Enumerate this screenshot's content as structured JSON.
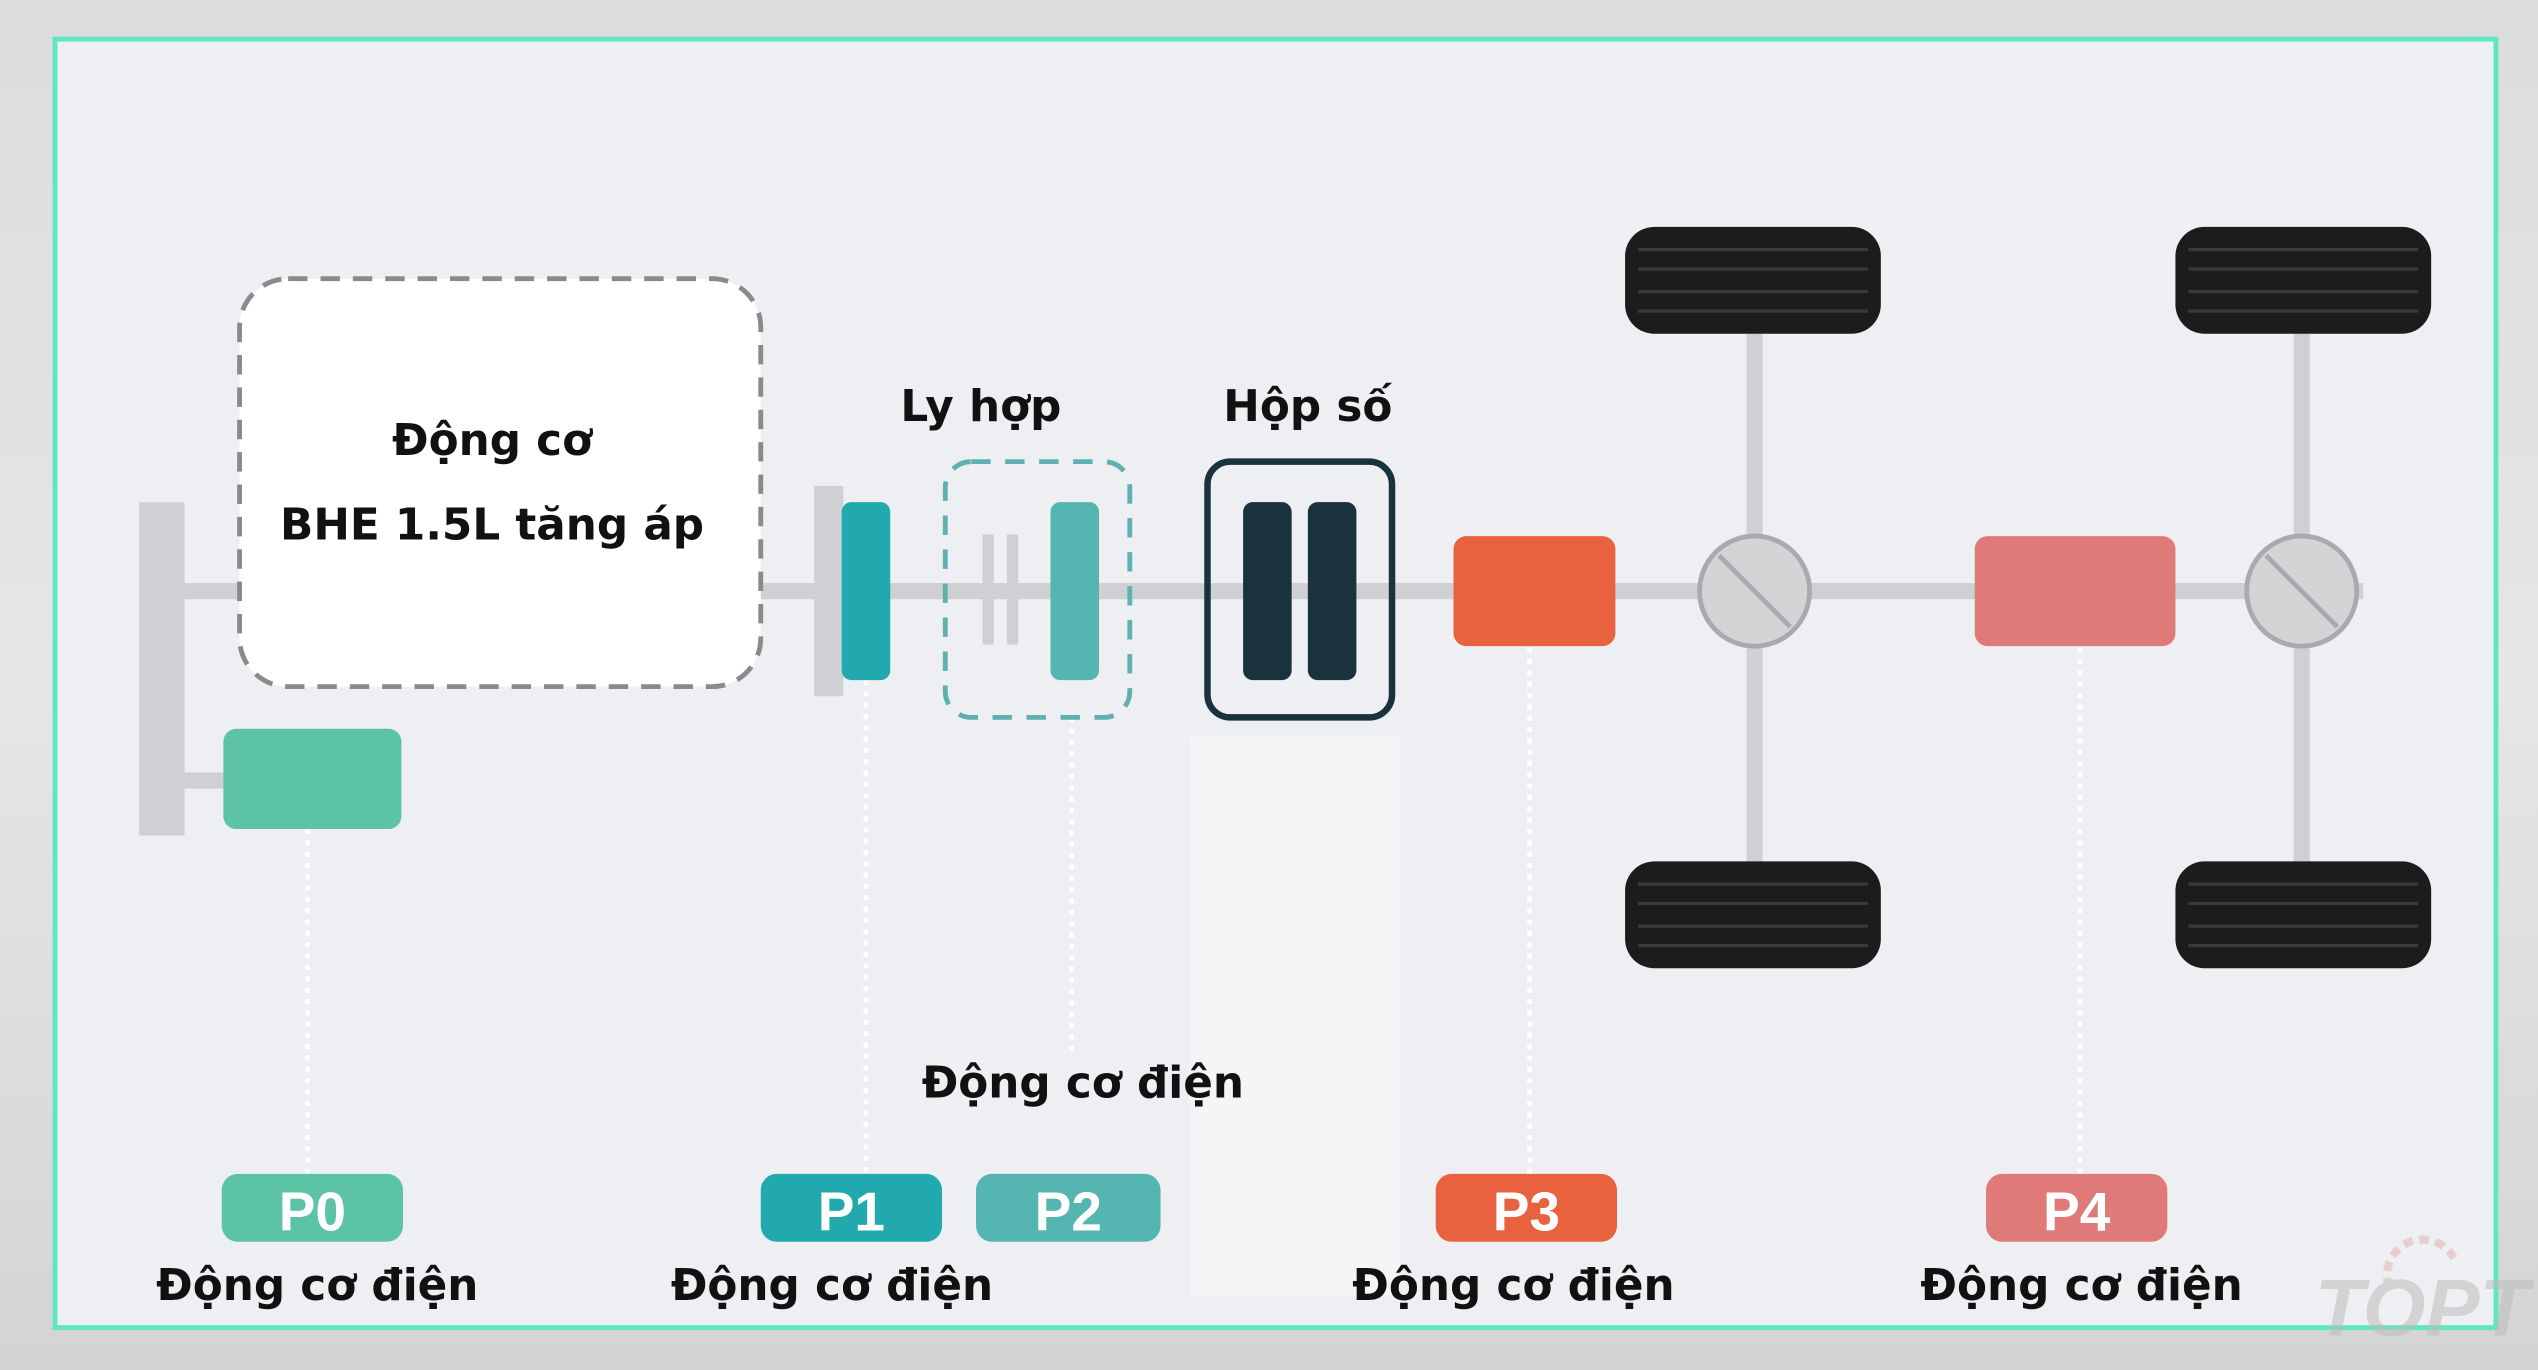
{
  "engine": {
    "line1": "Động cơ",
    "line2": "BHE 1.5L tăng áp"
  },
  "clutch_label": "Ly hợp",
  "gearbox_label": "Hộp số",
  "p2_caption": "Động cơ điện",
  "positions": [
    {
      "badge": "P0",
      "caption": "Động cơ điện",
      "color": "#5cc4a4"
    },
    {
      "badge": "P1",
      "caption": "Động cơ điện",
      "color": "#21a9ae"
    },
    {
      "badge": "P2",
      "color": "#55b5b1"
    },
    {
      "badge": "P3",
      "caption": "Động cơ điện",
      "color": "#e8623f"
    },
    {
      "badge": "P4",
      "caption": "Động cơ điện",
      "color": "#e07a78"
    }
  ],
  "colors": {
    "frame": "#5de8bf",
    "shaft": "#cfd0d3",
    "gearbox": "#1a323d",
    "tire": "#1c1c1c"
  },
  "watermark": "TOPT"
}
